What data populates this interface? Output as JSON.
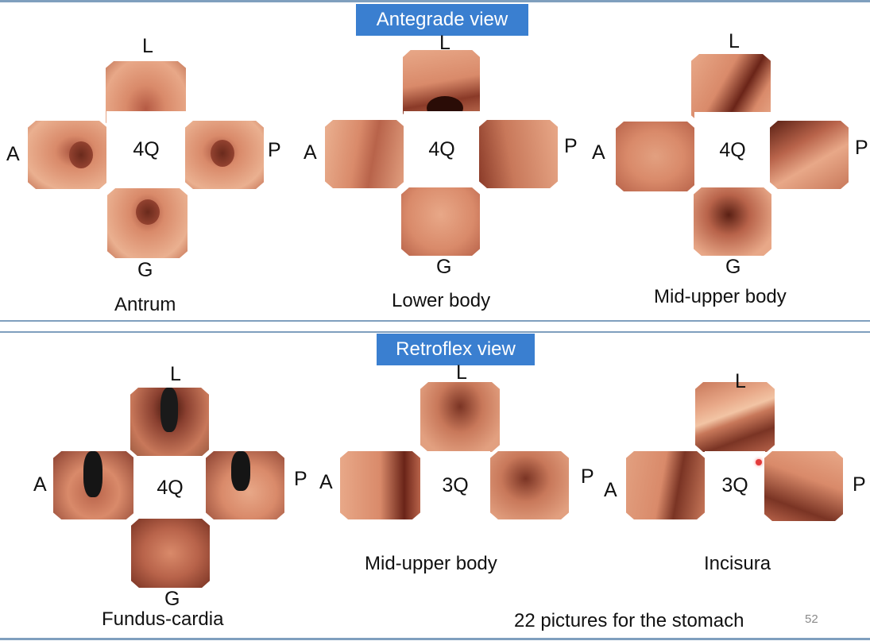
{
  "antegrade": {
    "title": "Antegrade view",
    "panels": [
      {
        "quadrant": "4Q",
        "caption": "Antrum",
        "labels": {
          "top": "L",
          "left": "A",
          "right": "P",
          "bottom": "G"
        }
      },
      {
        "quadrant": "4Q",
        "caption": "Lower body",
        "labels": {
          "top": "L",
          "left": "A",
          "right": "P",
          "bottom": "G"
        }
      },
      {
        "quadrant": "4Q",
        "caption": "Mid-upper body",
        "labels": {
          "top": "L",
          "left": "A",
          "right": "P",
          "bottom": "G"
        }
      }
    ]
  },
  "retroflex": {
    "title": "Retroflex view",
    "panels": [
      {
        "quadrant": "4Q",
        "caption": "Fundus-cardia",
        "labels": {
          "top": "L",
          "left": "A",
          "right": "P",
          "bottom": "G"
        }
      },
      {
        "quadrant": "3Q",
        "caption": "Mid-upper body",
        "labels": {
          "top": "L",
          "left": "A",
          "right": "P"
        }
      },
      {
        "quadrant": "3Q",
        "caption": "Incisura",
        "labels": {
          "top": "L",
          "left": "A",
          "right": "P"
        }
      }
    ]
  },
  "footer": "22 pictures for the stomach",
  "page_number": "52",
  "colors": {
    "title_bg": "#3a7fd0",
    "mucosa": "#d98a6a",
    "frame": "#7f9fbe"
  }
}
